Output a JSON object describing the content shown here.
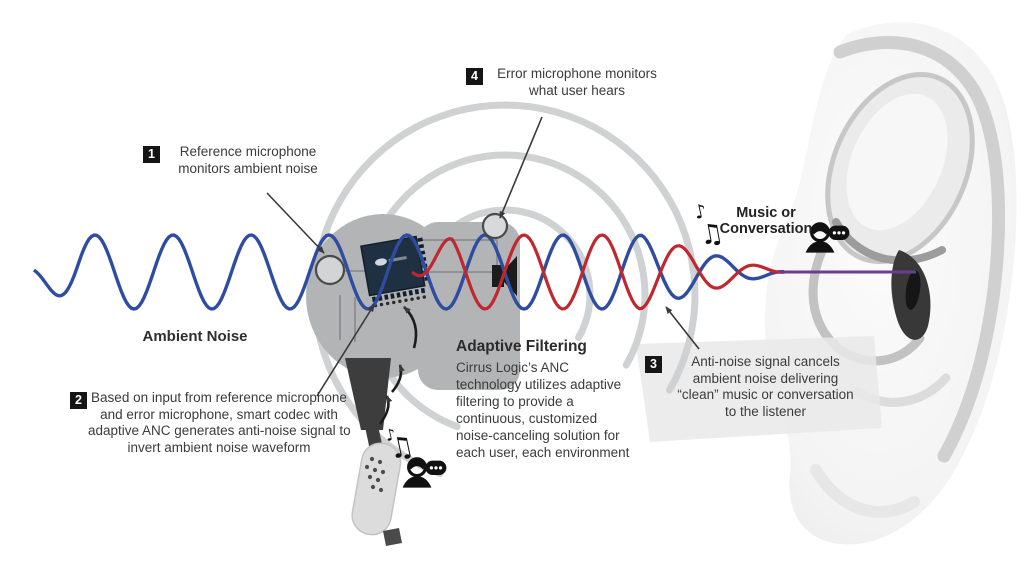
{
  "colors": {
    "ambient_wave": "#2e4da0",
    "anti_noise_wave": "#c1272d",
    "merged_wave": "#6a3d91",
    "earbud_body": "#b2b4b6",
    "chip": "#1e3042",
    "ripple": "#d0d1d3",
    "callout_box": "#151515"
  },
  "callouts": [
    {
      "num": "1",
      "lines": [
        "Reference microphone",
        "monitors ambient noise"
      ]
    },
    {
      "num": "2",
      "lines": [
        "Based on input from reference microphone",
        "and error microphone, smart codec with",
        "adaptive ANC generates anti-noise signal to",
        "invert ambient noise waveform"
      ]
    },
    {
      "num": "3",
      "lines": [
        "Anti-noise signal cancels",
        "ambient noise delivering",
        "“clean” music or conversation",
        "to the listener"
      ]
    },
    {
      "num": "4",
      "lines": [
        "Error microphone monitors",
        "what user hears"
      ]
    }
  ],
  "labels": {
    "ambient_noise": "Ambient Noise",
    "music_line1": "Music or",
    "music_line2": "Conversation"
  },
  "adaptive_filtering": {
    "title": "Adaptive Filtering",
    "lines": [
      "Cirrus Logic’s ANC",
      "technology utilizes adaptive",
      "filtering to provide a",
      "continuous, customized",
      "noise-canceling solution for",
      "each user, each environment"
    ]
  },
  "icons": {
    "music_note_single": "♪",
    "music_note_double": "♫"
  }
}
